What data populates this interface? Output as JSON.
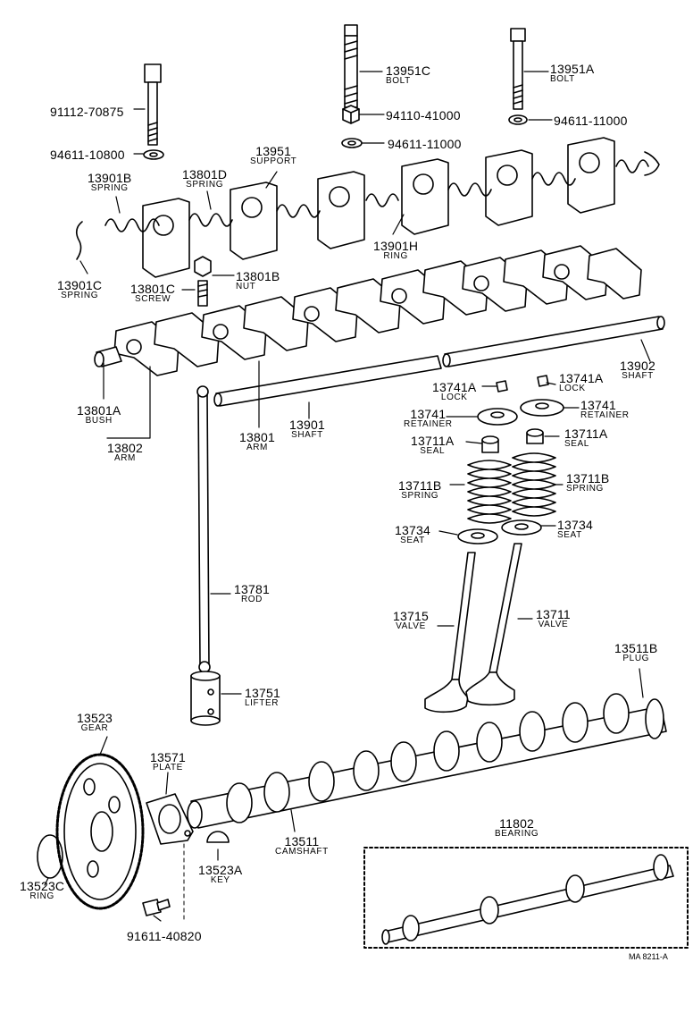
{
  "figure_code": "MA 8211-A",
  "parts": [
    {
      "id": "p1",
      "number": "13951C",
      "name": "BOLT"
    },
    {
      "id": "p2",
      "number": "13951A",
      "name": "BOLT"
    },
    {
      "id": "p3",
      "number": "91112-70875",
      "name": ""
    },
    {
      "id": "p4",
      "number": "94110-41000",
      "name": ""
    },
    {
      "id": "p5",
      "number": "94611-11000",
      "name": ""
    },
    {
      "id": "p6",
      "number": "94611-11000",
      "name": ""
    },
    {
      "id": "p7",
      "number": "94611-10800",
      "name": ""
    },
    {
      "id": "p8",
      "number": "13951",
      "name": "SUPPORT"
    },
    {
      "id": "p9",
      "number": "13901B",
      "name": "SPRING"
    },
    {
      "id": "p10",
      "number": "13801D",
      "name": "SPRING"
    },
    {
      "id": "p11",
      "number": "13901H",
      "name": "RING"
    },
    {
      "id": "p12",
      "number": "13901C",
      "name": "SPRING"
    },
    {
      "id": "p13",
      "number": "13801C",
      "name": "SCREW"
    },
    {
      "id": "p14",
      "number": "13801B",
      "name": "NUT"
    },
    {
      "id": "p15",
      "number": "13902",
      "name": "SHAFT"
    },
    {
      "id": "p16",
      "number": "13741A",
      "name": "LOCK"
    },
    {
      "id": "p17",
      "number": "13741A",
      "name": "LOCK"
    },
    {
      "id": "p18",
      "number": "13741",
      "name": "RETAINER"
    },
    {
      "id": "p19",
      "number": "13741",
      "name": "RETAINER"
    },
    {
      "id": "p20",
      "number": "13801A",
      "name": "BUSH"
    },
    {
      "id": "p21",
      "number": "13801",
      "name": "ARM"
    },
    {
      "id": "p22",
      "number": "13901",
      "name": "SHAFT"
    },
    {
      "id": "p23",
      "number": "13711A",
      "name": "SEAL"
    },
    {
      "id": "p24",
      "number": "13711A",
      "name": "SEAL"
    },
    {
      "id": "p25",
      "number": "13802",
      "name": "ARM"
    },
    {
      "id": "p26",
      "number": "13711B",
      "name": "SPRING"
    },
    {
      "id": "p27",
      "number": "13711B",
      "name": "SPRING"
    },
    {
      "id": "p28",
      "number": "13734",
      "name": "SEAT"
    },
    {
      "id": "p29",
      "number": "13734",
      "name": "SEAT"
    },
    {
      "id": "p30",
      "number": "13781",
      "name": "ROD"
    },
    {
      "id": "p31",
      "number": "13715",
      "name": "VALVE"
    },
    {
      "id": "p32",
      "number": "13711",
      "name": "VALVE"
    },
    {
      "id": "p33",
      "number": "13511B",
      "name": "PLUG"
    },
    {
      "id": "p34",
      "number": "13751",
      "name": "LIFTER"
    },
    {
      "id": "p35",
      "number": "13523",
      "name": "GEAR"
    },
    {
      "id": "p36",
      "number": "13571",
      "name": "PLATE"
    },
    {
      "id": "p37",
      "number": "11802",
      "name": "BEARING"
    },
    {
      "id": "p38",
      "number": "13511",
      "name": "CAMSHAFT"
    },
    {
      "id": "p39",
      "number": "13523A",
      "name": "KEY"
    },
    {
      "id": "p40",
      "number": "13523C",
      "name": "RING"
    },
    {
      "id": "p41",
      "number": "91611-40820",
      "name": ""
    }
  ]
}
